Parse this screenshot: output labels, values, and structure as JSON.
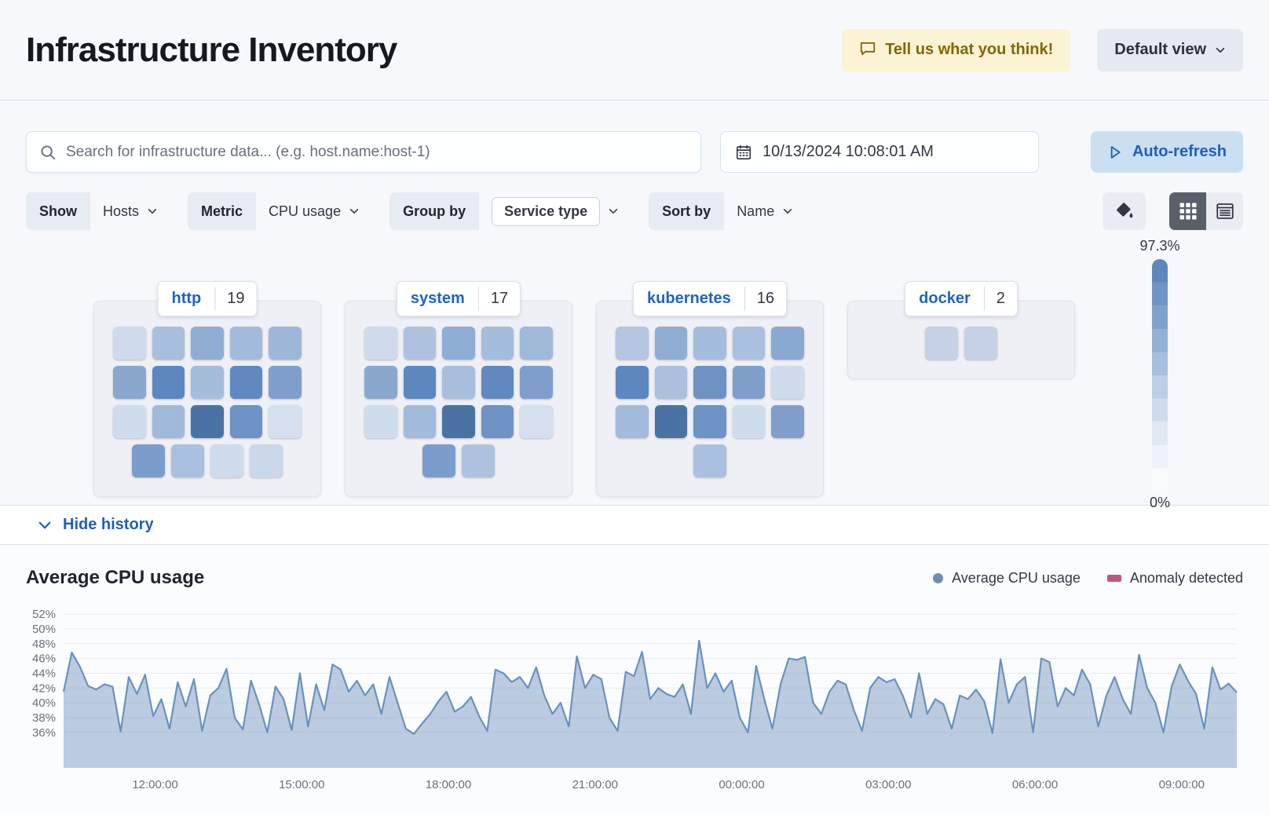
{
  "header": {
    "title": "Infrastructure Inventory",
    "feedback_label": "Tell us what you think!",
    "view_label": "Default view"
  },
  "toolbar": {
    "search_placeholder": "Search for infrastructure data... (e.g. host.name:host-1)",
    "datetime": "10/13/2024 10:08:01 AM",
    "auto_refresh_label": "Auto-refresh"
  },
  "filters": {
    "show_label": "Show",
    "show_value": "Hosts",
    "metric_label": "Metric",
    "metric_value": "CPU usage",
    "group_label": "Group by",
    "group_value": "Service type",
    "sort_label": "Sort by",
    "sort_value": "Name"
  },
  "scale_legend": {
    "max": "97.3%",
    "min": "0%",
    "colors": [
      "#5e87ba",
      "#6f95c4",
      "#7fa2cc",
      "#93b1d5",
      "#a7bfdd",
      "#bccde5",
      "#d0dcee",
      "#e0e8f4",
      "#eef2f9",
      "#f8fafc"
    ]
  },
  "groups": [
    {
      "name": "http",
      "count": "19",
      "tile_rows": [
        [
          "#cfdbea",
          "#a9bedd",
          "#8fadd3",
          "#a3bbdb",
          "#9eb7d8"
        ],
        [
          "#8aa7ce",
          "#5c87bf",
          "#a5bddc",
          "#6189c0",
          "#7f9fca"
        ],
        [
          "#cfdcec",
          "#a1b9d9",
          "#4a73a4",
          "#6d92c3",
          "#d5dfee"
        ],
        [
          "#7c9ccb",
          "#abc0de",
          "#cfdcec",
          "#cbd8ea"
        ]
      ]
    },
    {
      "name": "system",
      "count": "17",
      "tile_rows": [
        [
          "#cfdbea",
          "#aec2df",
          "#8fadd3",
          "#a5bddc",
          "#a1b9d9"
        ],
        [
          "#8aa7ce",
          "#5c87bf",
          "#a7bfdd",
          "#6189c0",
          "#7f9fca"
        ],
        [
          "#cfdcec",
          "#a3bbda",
          "#4a73a4",
          "#6d92c3",
          "#d5dfee"
        ],
        [
          "#7c9ccb",
          "#aec2df"
        ]
      ]
    },
    {
      "name": "kubernetes",
      "count": "16",
      "tile_rows": [
        [
          "#b3c5e0",
          "#8fadd3",
          "#a5bddc",
          "#abc0de",
          "#8aa9d0"
        ],
        [
          "#5c87bf",
          "#abc0de",
          "#6d92c3",
          "#7f9fca",
          "#cfdcec"
        ],
        [
          "#a3bbda",
          "#4a73a4",
          "#6d92c3",
          "#cfdcec",
          "#7f9fca"
        ],
        [
          "#abc0de"
        ]
      ]
    },
    {
      "name": "docker",
      "count": "2",
      "tile_rows": [
        [
          "#c5d2e5",
          "#c5d2e5"
        ]
      ]
    }
  ],
  "history": {
    "toggle_label": "Hide history"
  },
  "chart_data": {
    "type": "area",
    "title": "Average CPU usage",
    "legend": [
      {
        "label": "Average CPU usage",
        "color": "#6d8cb5",
        "marker": "dot"
      },
      {
        "label": "Anomaly detected",
        "color": "#c4567e",
        "marker": "rect"
      }
    ],
    "line_color": "#6a91bd",
    "fill_color": "rgba(135,162,199,0.55)",
    "yticks": [
      52,
      50,
      48,
      46,
      44,
      42,
      40,
      38,
      36
    ],
    "ytick_labels": [
      "52%",
      "50%",
      "48%",
      "46%",
      "44%",
      "42%",
      "40%",
      "38%",
      "36%"
    ],
    "ylim": [
      31.2,
      53.5
    ],
    "xticks": [
      {
        "label": "12:00:00",
        "f": 0.078
      },
      {
        "label": "15:00:00",
        "f": 0.203
      },
      {
        "label": "18:00:00",
        "f": 0.328
      },
      {
        "label": "21:00:00",
        "f": 0.453
      },
      {
        "label": "00:00:00",
        "f": 0.578
      },
      {
        "label": "03:00:00",
        "f": 0.703
      },
      {
        "label": "06:00:00",
        "f": 0.828
      },
      {
        "label": "09:00:00",
        "f": 0.953
      }
    ],
    "grid": true,
    "series": [
      {
        "name": "Average CPU usage",
        "values": [
          41.5,
          46.8,
          44.9,
          42.3,
          41.8,
          42.5,
          42.2,
          36.1,
          43.5,
          41.2,
          43.8,
          38.2,
          40.5,
          36.5,
          42.8,
          39.5,
          43.2,
          36.2,
          41.0,
          42.0,
          44.6,
          38.0,
          36.4,
          43.0,
          39.8,
          36.0,
          42.2,
          40.5,
          36.3,
          44.0,
          36.8,
          42.5,
          39.0,
          45.2,
          44.5,
          41.5,
          43.0,
          41.0,
          42.5,
          38.5,
          43.5,
          40.0,
          36.5,
          35.8,
          37.2,
          38.5,
          40.2,
          41.5,
          38.8,
          39.5,
          40.8,
          38.2,
          36.2,
          44.5,
          44.0,
          42.8,
          43.5,
          42.0,
          44.8,
          41.0,
          38.5,
          40.0,
          36.8,
          46.3,
          42.0,
          43.8,
          43.2,
          38.0,
          36.2,
          44.2,
          43.6,
          46.9,
          40.5,
          42.0,
          41.2,
          40.8,
          42.5,
          38.5,
          48.4,
          42.0,
          44.0,
          41.5,
          43.0,
          38.0,
          36.0,
          45.0,
          40.5,
          36.5,
          42.5,
          46.0,
          45.8,
          46.2,
          40.0,
          38.5,
          41.5,
          43.0,
          42.5,
          39.0,
          36.2,
          42.0,
          43.5,
          42.8,
          43.2,
          41.0,
          38.0,
          44.0,
          38.5,
          40.5,
          39.8,
          36.5,
          41.0,
          40.5,
          41.8,
          40.2,
          35.9,
          45.9,
          40.0,
          42.5,
          43.5,
          36.0,
          46.0,
          45.5,
          39.5,
          42.0,
          41.0,
          44.5,
          42.5,
          36.8,
          41.0,
          43.5,
          40.5,
          38.5,
          46.5,
          42.0,
          40.0,
          36.0,
          42.2,
          45.2,
          43.0,
          41.2,
          36.5,
          44.8,
          41.8,
          42.6,
          41.4
        ]
      }
    ]
  }
}
